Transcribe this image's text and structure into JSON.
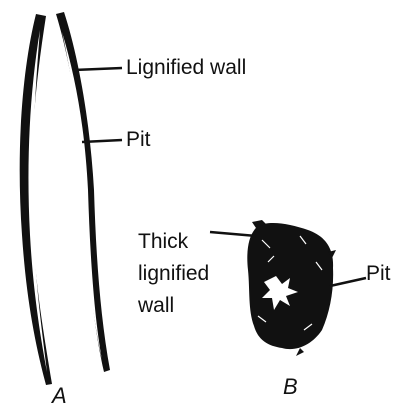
{
  "diagram": {
    "panel_a": {
      "letter": "A",
      "labels": {
        "wall": "Lignified wall",
        "pit": "Pit"
      }
    },
    "panel_b": {
      "letter": "B",
      "labels": {
        "wall_line1": "Thick",
        "wall_line2": "lignified",
        "wall_line3": "wall",
        "pit": "Pit"
      }
    },
    "colors": {
      "ink": "#111111",
      "background": "#ffffff"
    }
  }
}
